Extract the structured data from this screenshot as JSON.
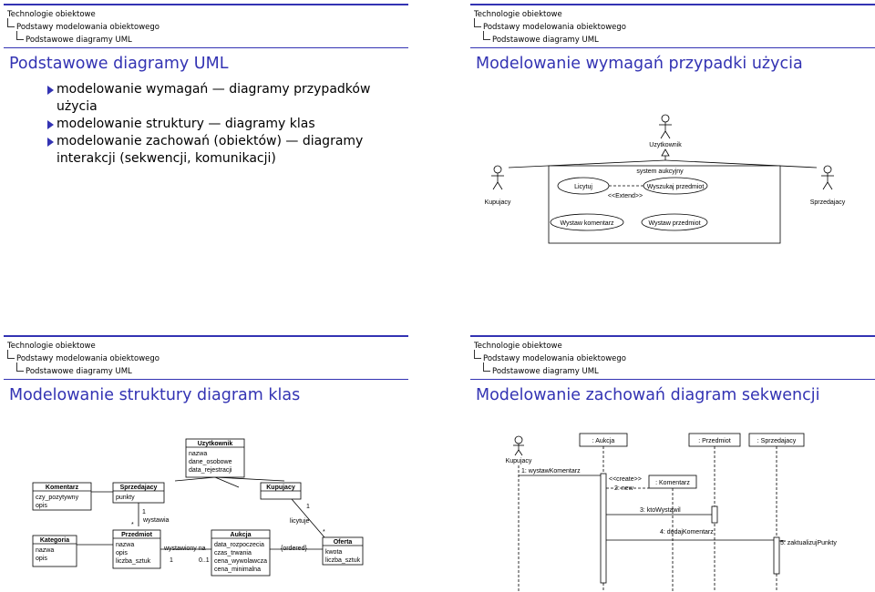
{
  "nav": {
    "level1": "Technologie obiektowe",
    "level2": "Podstawy modelowania obiektowego",
    "level3": "Podstawowe diagramy UML"
  },
  "slide1": {
    "title": "Podstawowe diagramy UML",
    "bullets": [
      "modelowanie wymagań — diagramy przypadków użycia",
      "modelowanie struktury — diagramy klas",
      "modelowanie zachowań (obiektów) — diagramy interakcji (sekwencji, komunikacji)"
    ]
  },
  "slide2": {
    "title": "Modelowanie wymagań przypadki użycia",
    "actors": {
      "top": "Uzytkownik",
      "left": "Kupujacy",
      "right": "Sprzedajacy"
    },
    "system_label": "system aukcyjny",
    "use_cases": [
      "Licytuj",
      "Wyszukaj przedmiot",
      "Wystaw komentarz",
      "Wystaw przedmiot"
    ],
    "extend_label": "<<Extend>>"
  },
  "slide3": {
    "title": "Modelowanie struktury diagram klas",
    "classes": {
      "uzytkownik": {
        "name": "Uzytkownik",
        "attrs": [
          "nazwa",
          "dane_osobowe",
          "data_rejestracji"
        ]
      },
      "komentarz": {
        "name": "Komentarz",
        "attrs": [
          "czy_pozytywny",
          "opis"
        ]
      },
      "sprzedajacy": {
        "name": "Sprzedajacy",
        "attrs": [
          "punkty"
        ]
      },
      "kupujacy": {
        "name": "Kupujacy",
        "attrs": []
      },
      "kategoria": {
        "name": "Kategoria",
        "attrs": [
          "nazwa",
          "opis"
        ]
      },
      "przedmiot": {
        "name": "Przedmiot",
        "attrs": [
          "nazwa",
          "opis",
          "liczba_sztuk"
        ]
      },
      "aukcja": {
        "name": "Aukcja",
        "attrs": [
          "data_rozpoczecia",
          "czas_trwania",
          "cena_wywolawcza",
          "cena_minimalna"
        ]
      },
      "oferta": {
        "name": "Oferta",
        "attrs": [
          "kwota",
          "liczba_sztuk"
        ]
      }
    },
    "assoc_labels": {
      "wystawia": "wystawia",
      "wystawiony_na": "wystawiony na",
      "licytuje": "licytuje",
      "ordered": "{ordered}"
    },
    "multiplicities": {
      "m1": "1",
      "m_star1": "*",
      "m_one_b": "1",
      "m_zero_one": "0..1",
      "m_one_c": "1",
      "m_star2": "*"
    }
  },
  "slide4": {
    "title": "Modelowanie zachowań diagram sekwencji",
    "actor": "Kupujacy",
    "lifelines": [
      ": Aukcja",
      ": Przedmiot",
      ": Sprzedajacy"
    ],
    "created_object": ": Komentarz",
    "messages": [
      "1: wystawKomentarz",
      "<<create>>",
      "2: new",
      "3: ktoWystawil",
      "4: dodajKomentarz",
      "5: zaktualizujPunkty"
    ]
  }
}
